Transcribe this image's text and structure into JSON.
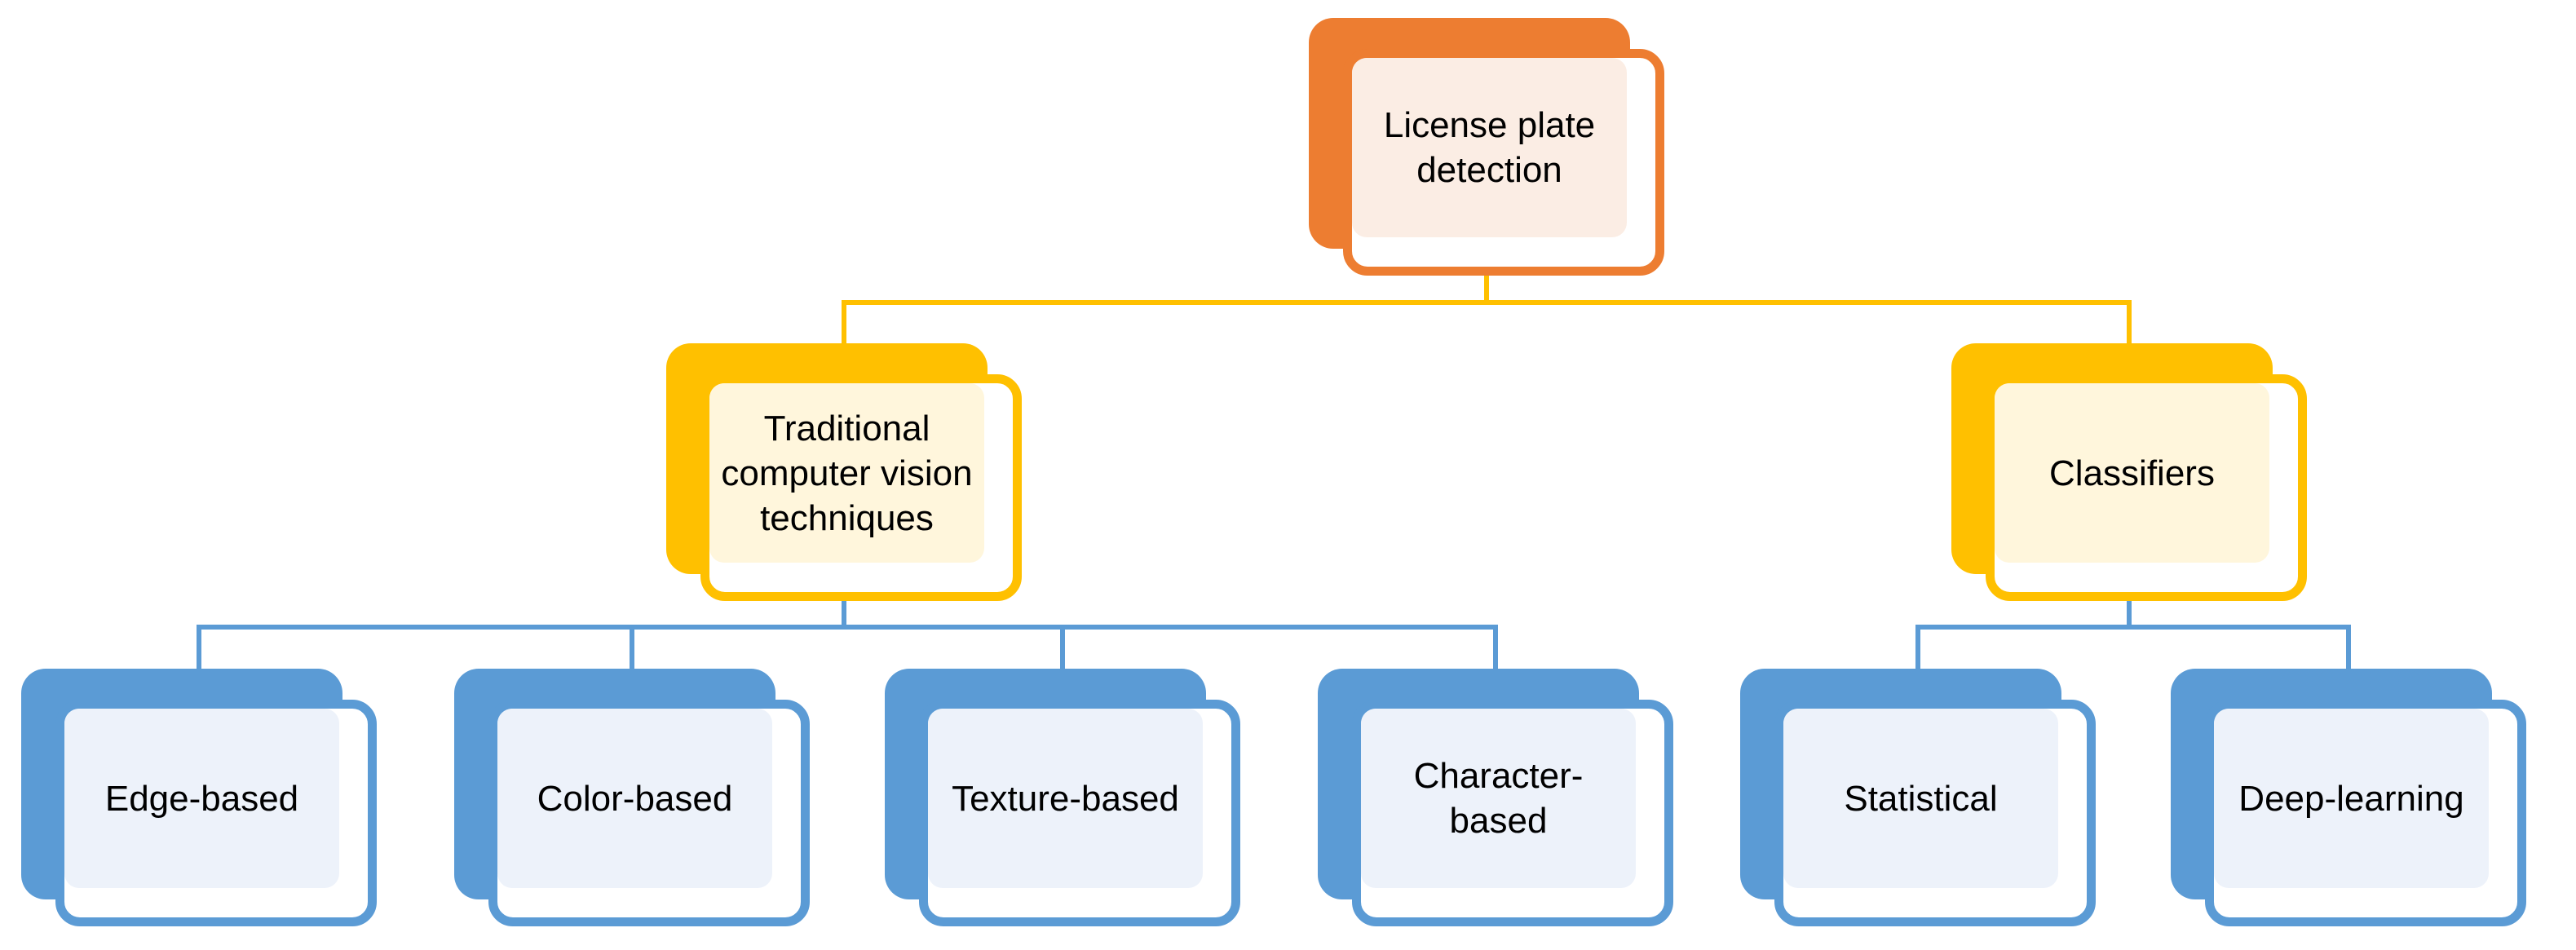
{
  "diagram": {
    "type": "hierarchy",
    "nodes": {
      "root": {
        "label": "License plate detection",
        "theme": "orange"
      },
      "level2": [
        {
          "id": "traditional",
          "label": "Traditional computer vision techniques",
          "theme": "gold",
          "parent": "root"
        },
        {
          "id": "classifiers",
          "label": "Classifiers",
          "theme": "gold",
          "parent": "root"
        }
      ],
      "level3": [
        {
          "id": "edge-based",
          "label": "Edge-based",
          "theme": "blue",
          "parent": "traditional"
        },
        {
          "id": "color-based",
          "label": "Color-based",
          "theme": "blue",
          "parent": "traditional"
        },
        {
          "id": "texture-based",
          "label": "Texture-based",
          "theme": "blue",
          "parent": "traditional"
        },
        {
          "id": "character-based",
          "label": "Character-based",
          "theme": "blue",
          "parent": "traditional"
        },
        {
          "id": "statistical",
          "label": "Statistical",
          "theme": "blue",
          "parent": "classifiers"
        },
        {
          "id": "deep-learning",
          "label": "Deep-learning",
          "theme": "blue",
          "parent": "classifiers"
        }
      ]
    }
  },
  "colors": {
    "orange": "#ED7D31",
    "orange_tint": "#FBEDE4",
    "gold": "#FFC000",
    "gold_tint": "#FFF6DC",
    "blue": "#5B9BD5",
    "blue_tint": "#EDF2FA",
    "connector_gold": "#FFC000",
    "connector_blue": "#5B9BD5",
    "text": "#000000",
    "background": "#FFFFFF"
  }
}
